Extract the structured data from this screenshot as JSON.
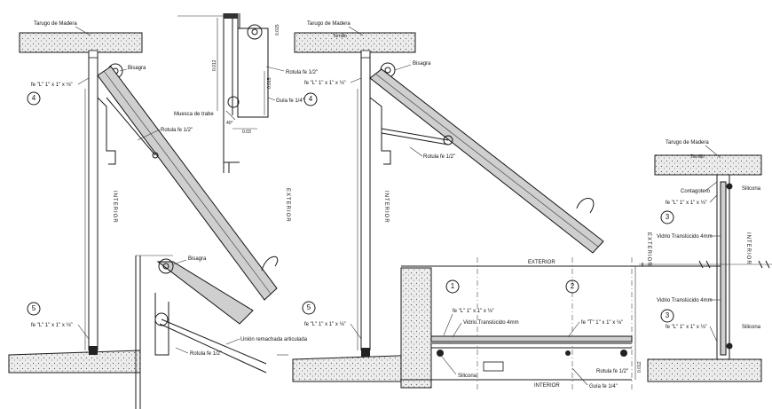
{
  "labels": {
    "tarugo_madera": "Tarugo de Madera",
    "bisagra": "Bisagra",
    "fe_l": "fe \"L\" 1\" x 1\" x ⅛\"",
    "rotula": "Rotula fe 1/2\"",
    "muesca": "Muesca de trabe",
    "guia": "Guía fe 1/4\"",
    "tornillo": "Tornillo",
    "interior": "INTERIOR",
    "exterior": "EXTERIOR",
    "union": "Unión remachada articulada",
    "contagotero": "Contagotero",
    "silicona": "Silicona",
    "vidrio": "Vidrio Translúcido 4mm",
    "fe_t": "fe \"T\" 1\" x 1\" x ⅛\"",
    "angle_40": "40°"
  },
  "dimensions": {
    "d_0012": "0.012",
    "d_0015": "0.015",
    "d_0015b": "0.015",
    "d_003": "0.03",
    "d_0012b": "0.012"
  },
  "circles": {
    "c4a": "4",
    "c4b": "4",
    "c5a": "5",
    "c5b": "5",
    "c1": "1",
    "c2": "2",
    "c3a": "3",
    "c3b": "3"
  }
}
